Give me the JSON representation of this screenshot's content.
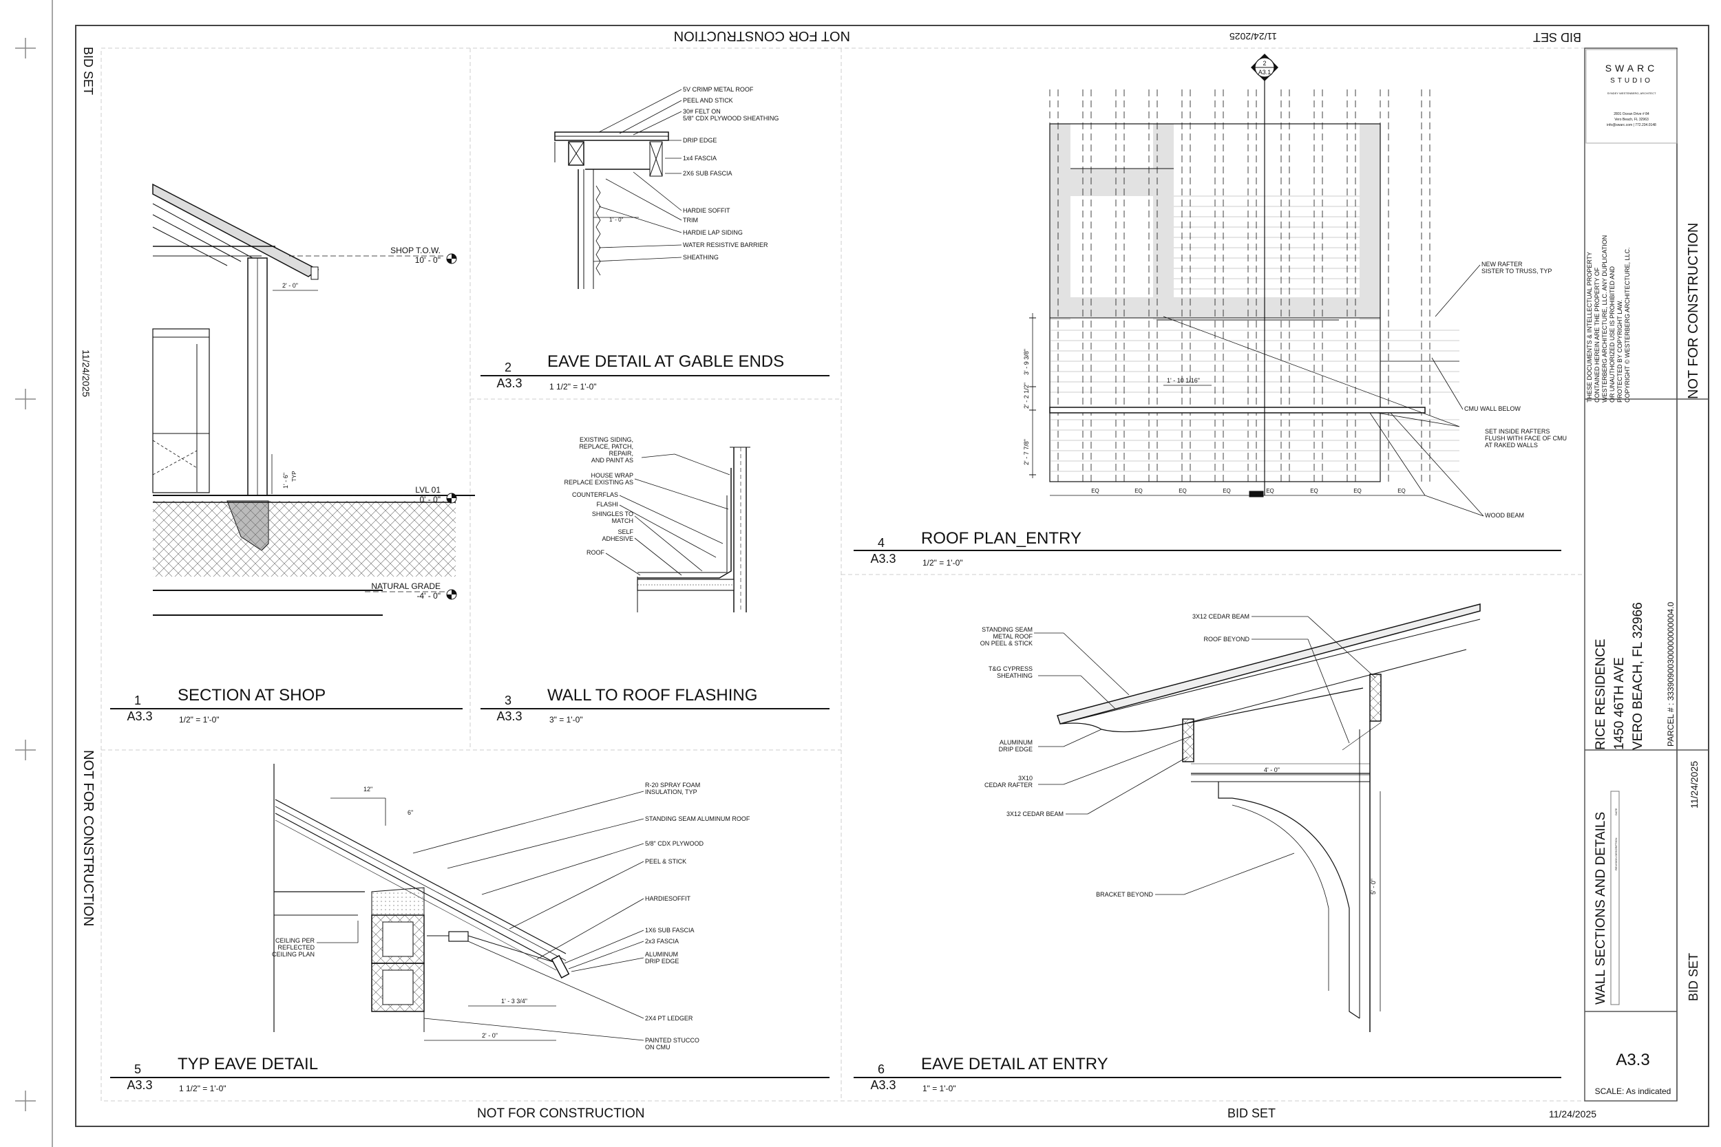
{
  "sheet": {
    "number": "A3.3",
    "scale": "SCALE: As indicated",
    "status_bid_set": "BID SET",
    "status_not_for_construction": "NOT FOR CONSTRUCTION",
    "date": "11/24/2025",
    "sheet_title": "WALL SECTIONS AND DETAILS"
  },
  "firm": {
    "name": "SWARC",
    "subname": "STUDIO",
    "tagline": "SYNDEY WESTENBERG, ARCHITECT",
    "address_1": "2801 Ocean Drive # 84",
    "address_2": "Vero Beach, FL 32963",
    "contact": "info@swarc.com | 772.234.0148",
    "copyright_lines": [
      "THESE DOCUMENTS & INTELLECTUAL PROPERTY",
      "CONTAINED HEREIN ARE THE PROPERTY OF",
      "WESTERBERG ARCHITECTURE, LLC. ANY DUPLICATION",
      "OR UNAUTHORIZED USE IS PROHIBITED AND",
      "PROTECTED BY COPYRIGHT LAW.",
      "COPYRIGHT © WESTERBERG ARCHITECTURE, LLC."
    ]
  },
  "project": {
    "name": "RICE RESIDENCE",
    "address": "1450 46TH AVE",
    "city": "VERO BEACH, FL 32966",
    "parcel": "PARCEL # : 33390900300000000004.0"
  },
  "details": {
    "d1": {
      "num": "1",
      "sheet": "A3.3",
      "title": "SECTION AT SHOP",
      "scale": "1/2\" = 1'-0\""
    },
    "d2": {
      "num": "2",
      "sheet": "A3.3",
      "title": "EAVE DETAIL AT GABLE ENDS",
      "scale": "1 1/2\" = 1'-0\""
    },
    "d3": {
      "num": "3",
      "sheet": "A3.3",
      "title": "WALL TO ROOF FLASHING",
      "scale": "3\" = 1'-0\""
    },
    "d4": {
      "num": "4",
      "sheet": "A3.3",
      "title": "ROOF PLAN_ENTRY",
      "scale": "1/2\" = 1'-0\""
    },
    "d5": {
      "num": "5",
      "sheet": "A3.3",
      "title": "TYP EAVE DETAIL",
      "scale": "1 1/2\" = 1'-0\""
    },
    "d6": {
      "num": "6",
      "sheet": "A3.3",
      "title": "EAVE DETAIL AT ENTRY",
      "scale": "1\" = 1'-0\""
    }
  },
  "section_shop": {
    "shop_tow": "SHOP T.O.W.",
    "shop_tow_elev": "10' - 0\"",
    "lvl01": "LVL 01",
    "lvl01_elev": "0' - 0\"",
    "natural_grade": "NATURAL GRADE",
    "natural_grade_elev": "-4' - 0\"",
    "dim_2ft": "2' - 0\"",
    "dim_1ft6": "1' - 6\"",
    "typ": "TYP"
  },
  "gable_notes": [
    "5V CRIMP METAL ROOF",
    "PEEL AND STICK",
    "30# FELT ON",
    "5/8\" CDX PLYWOOD SHEATHING",
    "DRIP EDGE",
    "1x4 FASCIA",
    "2X6 SUB FASCIA",
    "HARDIE SOFFIT",
    "TRIM",
    "HARDIE LAP SIDING",
    "WATER RESISTIVE BARRIER",
    "SHEATHING"
  ],
  "gable_dim": "1' - 0\"",
  "flashing_notes": [
    "EXISTING SIDING,",
    "REPLACE, PATCH,",
    "REPAIR,",
    "AND PAINT AS",
    "HOUSE WRAP",
    "REPLACE EXISTING AS",
    "COUNTERFLAS",
    "FLASHI",
    "SHINGLES TO",
    "MATCH",
    "SELF",
    "ADHESIVE",
    "ROOF"
  ],
  "roof_plan": {
    "callout_num": "2",
    "callout_sheet": "A3.1",
    "notes": [
      "NEW RAFTER",
      "SISTER TO TRUSS, TYP",
      "CMU WALL BELOW",
      "SET INSIDE RAFTERS",
      "FLUSH WITH FACE OF CMU",
      "AT RAKED WALLS",
      "WOOD BEAM"
    ],
    "dim_a": "3' - 9 3/8\"",
    "dim_b": "2' - 2 1/2\"",
    "dim_c": "2' - 7 7/8\"",
    "dim_d": "1' - 10 1/16\"",
    "eq": "EQ"
  },
  "typ_eave_notes": [
    "R-20 SPRAY FOAM",
    "INSULATION, TYP",
    "STANDING SEAM ALUMINUM ROOF",
    "5/8\" CDX PLYWOOD",
    "PEEL & STICK",
    "HARDIESOFFIT",
    "1X6 SUB FASCIA",
    "2x3 FASCIA",
    "ALUMINUM",
    "DRIP EDGE",
    "2X4 PT LEDGER",
    "PAINTED STUCCO",
    "ON CMU",
    "CEILING PER",
    "REFLECTED",
    "CEILING PLAN"
  ],
  "typ_eave_dims": {
    "run": "12\"",
    "rise": "6\"",
    "d1": "1' - 3 3/4\"",
    "d2": "2' - 0\""
  },
  "entry_notes": [
    "STANDING SEAM",
    "METAL ROOF",
    "ON PEEL & STICK",
    "T&G CYPRESS",
    "SHEATHING",
    "ALUMINUM",
    "DRIP EDGE",
    "3X10",
    "CEDAR RAFTER",
    "3X12 CEDAR BEAM",
    "3X12 CEDAR BEAM",
    "ROOF BEYOND",
    "BRACKET BEYOND"
  ],
  "entry_dims": {
    "w": "4' - 0\"",
    "h": "5' - 0\""
  },
  "revision_header": "REVISION DESCRIPTION",
  "revision_date_header": "DATE"
}
